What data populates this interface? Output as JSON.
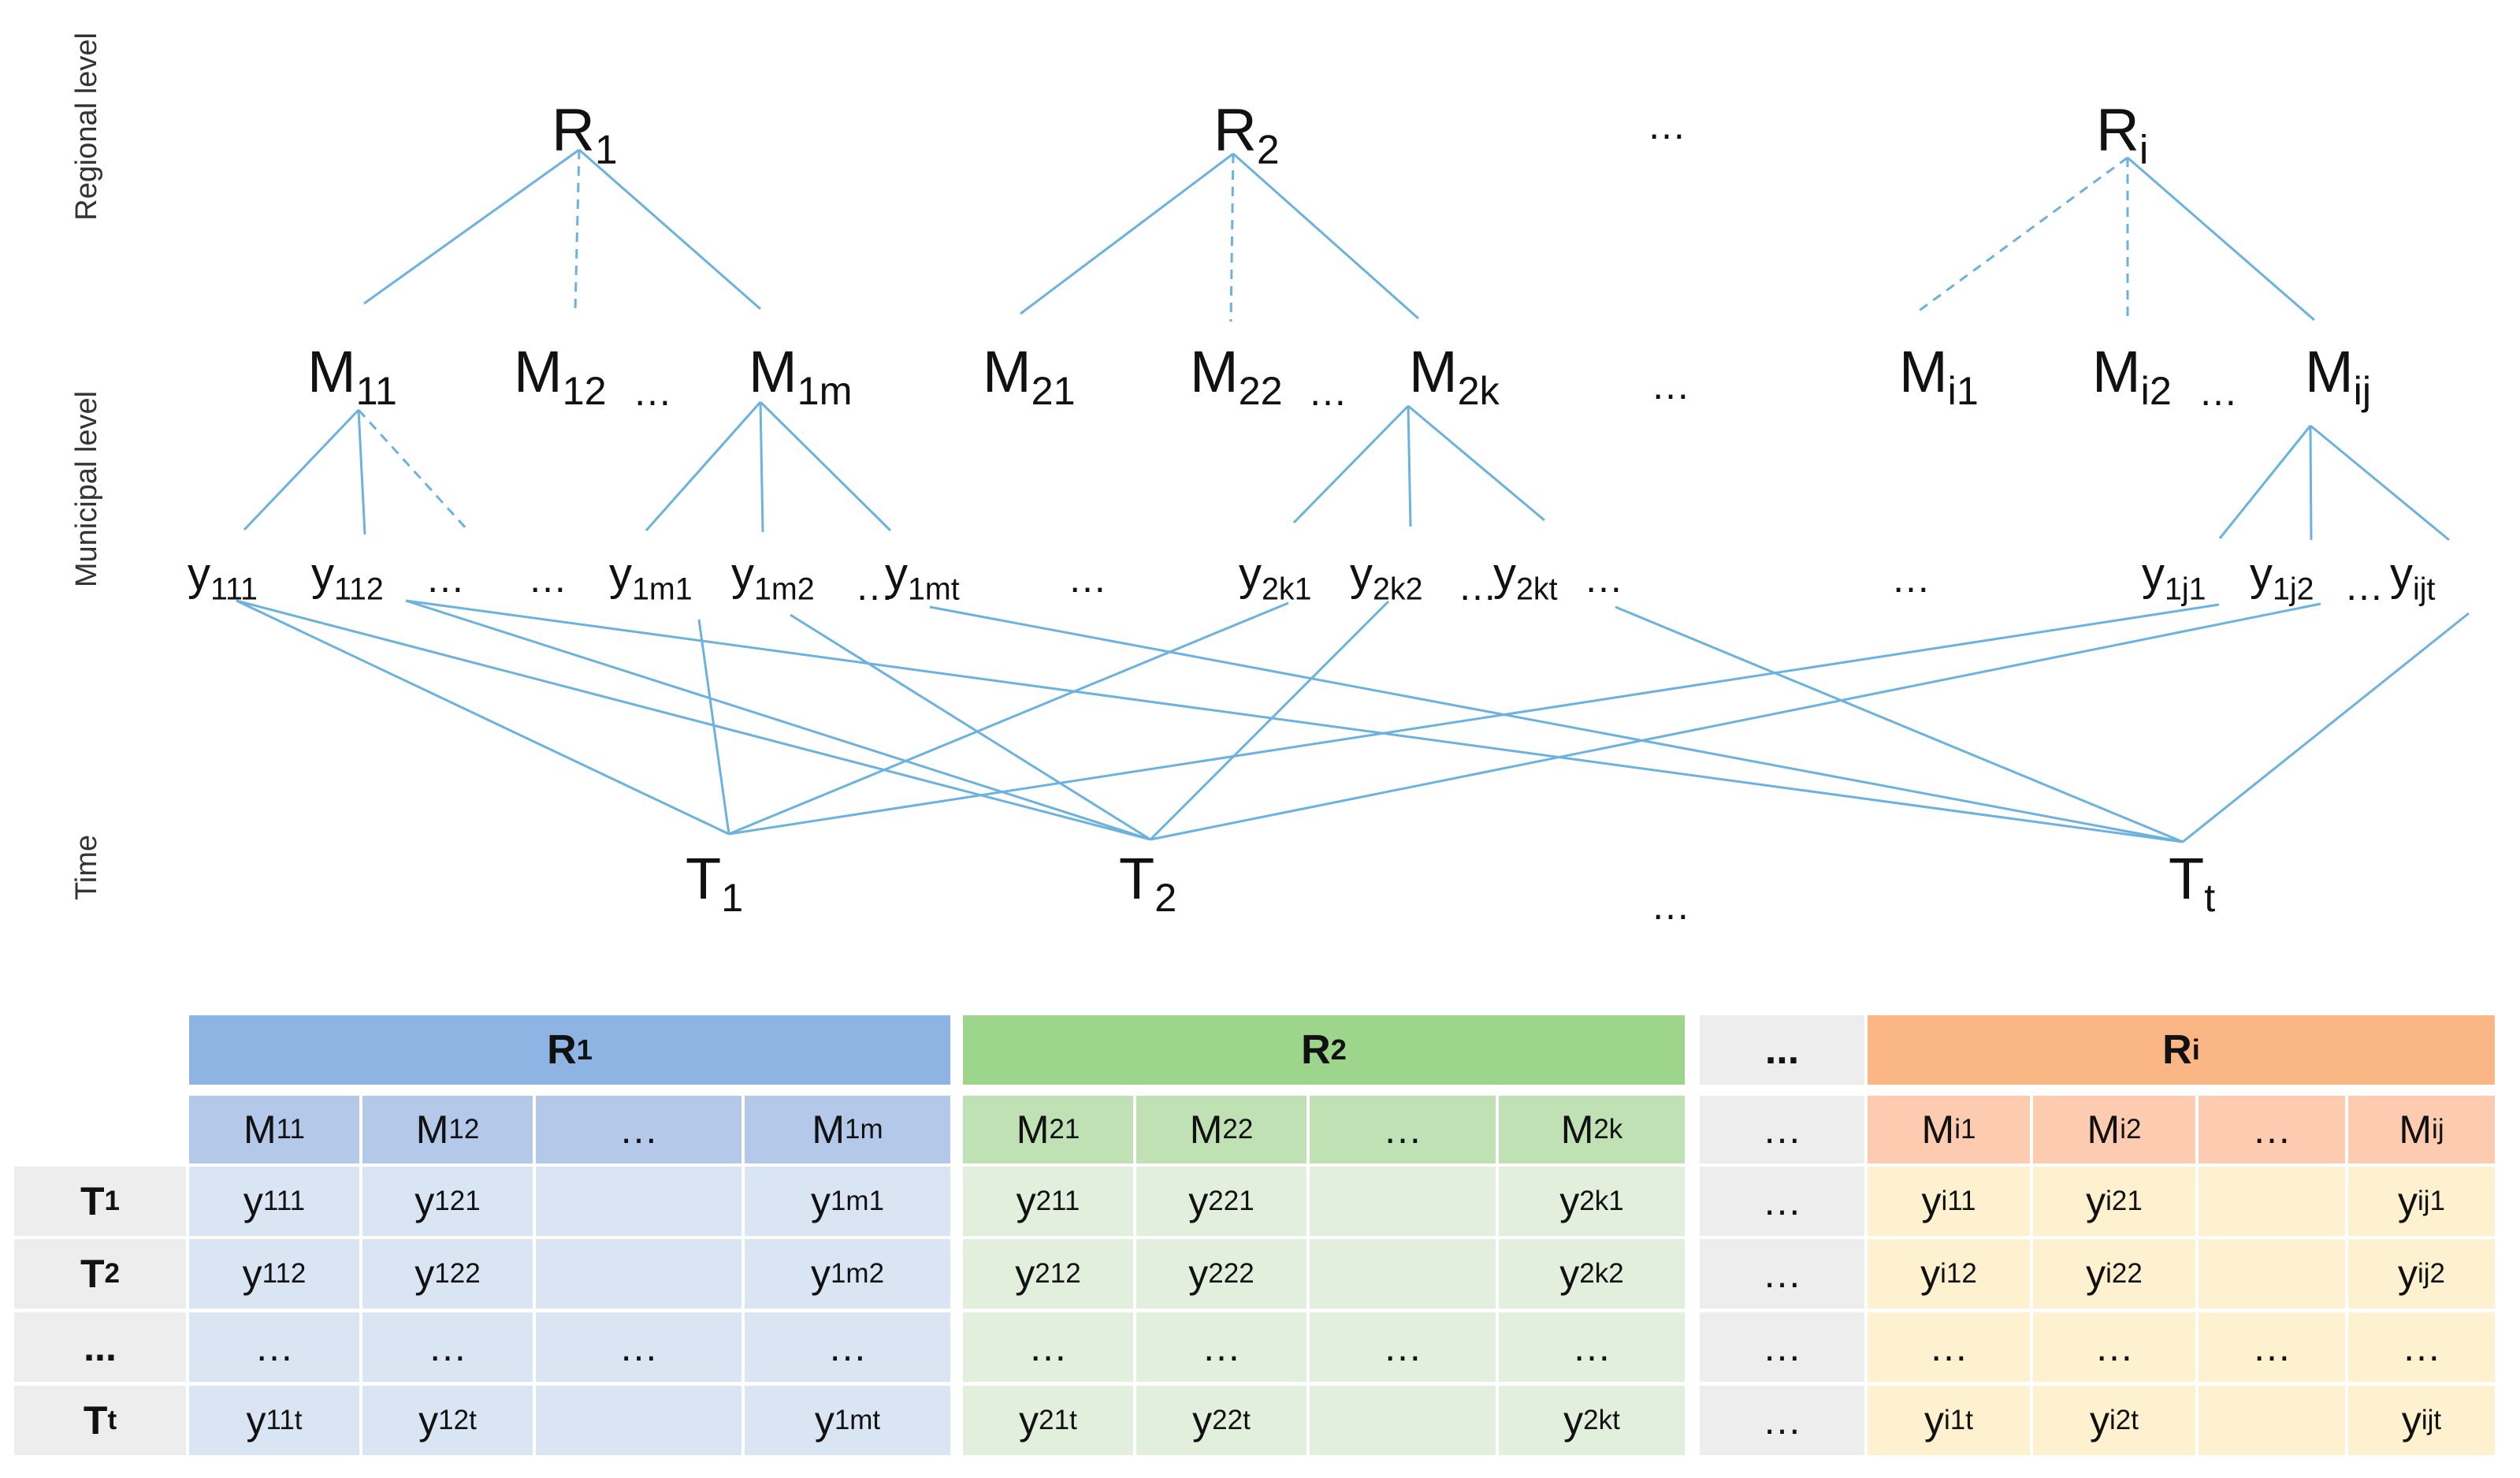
{
  "level_labels": {
    "regional": "Regional level",
    "municipal": "Municipal level",
    "time": "Time"
  },
  "regional_nodes": [
    {
      "base": "R",
      "sub": "1"
    },
    {
      "base": "R",
      "sub": "2"
    },
    {
      "base": "R",
      "sub": "i"
    }
  ],
  "municipal_nodes": [
    {
      "base": "M",
      "sub": "11"
    },
    {
      "base": "M",
      "sub": "12"
    },
    {
      "base": "M",
      "sub": "1m"
    },
    {
      "base": "M",
      "sub": "21"
    },
    {
      "base": "M",
      "sub": "22"
    },
    {
      "base": "M",
      "sub": "2k"
    },
    {
      "base": "M",
      "sub": "i1"
    },
    {
      "base": "M",
      "sub": "i2"
    },
    {
      "base": "M",
      "sub": "ij"
    }
  ],
  "observation_nodes": [
    {
      "base": "y",
      "sub": "111"
    },
    {
      "base": "y",
      "sub": "112"
    },
    {
      "base": "y",
      "sub": "1m1"
    },
    {
      "base": "y",
      "sub": "1m2"
    },
    {
      "base": "y",
      "sub": "1mt"
    },
    {
      "base": "y",
      "sub": "2k1"
    },
    {
      "base": "y",
      "sub": "2k2"
    },
    {
      "base": "y",
      "sub": "2kt"
    },
    {
      "base": "y",
      "sub": "1j1"
    },
    {
      "base": "y",
      "sub": "1j2"
    },
    {
      "base": "y",
      "sub": "ijt"
    }
  ],
  "time_nodes": [
    {
      "base": "T",
      "sub": "1"
    },
    {
      "base": "T",
      "sub": "2"
    },
    {
      "base": "T",
      "sub": "t"
    }
  ],
  "ellipsis": "…",
  "bold_ellipsis": "...",
  "table": {
    "regions": [
      {
        "base": "R",
        "sub": "1"
      },
      {
        "base": "R",
        "sub": "2"
      },
      {
        "base": "R",
        "sub": "i"
      }
    ],
    "municipalities": [
      [
        {
          "base": "M",
          "sub": "11"
        },
        {
          "base": "M",
          "sub": "12"
        },
        {
          "base": "",
          "sub": ""
        },
        {
          "base": "M",
          "sub": "1m"
        }
      ],
      [
        {
          "base": "M",
          "sub": "21"
        },
        {
          "base": "M",
          "sub": "22"
        },
        {
          "base": "",
          "sub": ""
        },
        {
          "base": "M",
          "sub": "2k"
        }
      ],
      [
        {
          "base": "M",
          "sub": "i1"
        },
        {
          "base": "M",
          "sub": "i2"
        },
        {
          "base": "",
          "sub": ""
        },
        {
          "base": "M",
          "sub": "ij"
        }
      ]
    ],
    "time_rows": [
      {
        "base": "T",
        "sub": "1"
      },
      {
        "base": "T",
        "sub": "2"
      },
      {
        "base": "",
        "sub": ""
      },
      {
        "base": "T",
        "sub": "t"
      }
    ],
    "cells": [
      [
        [
          "111",
          "121",
          "",
          "1m1"
        ],
        [
          "112",
          "122",
          "",
          "1m2"
        ],
        [
          "…",
          "…",
          "…",
          "…"
        ],
        [
          "11t",
          "12t",
          "",
          "1mt"
        ]
      ],
      [
        [
          "211",
          "221",
          "",
          "2k1"
        ],
        [
          "212",
          "222",
          "",
          "2k2"
        ],
        [
          "…",
          "…",
          "…",
          "…"
        ],
        [
          "21t",
          "22t",
          "",
          "2kt"
        ]
      ],
      [
        [
          "i11",
          "i21",
          "",
          "ij1"
        ],
        [
          "i12",
          "i22",
          "",
          "ij2"
        ],
        [
          "…",
          "…",
          "…",
          "…"
        ],
        [
          "i1t",
          "i2t",
          "",
          "ijt"
        ]
      ]
    ]
  },
  "colors": {
    "edge": "#6cb2de",
    "r1_header": "#8eb4e3",
    "r1_sub": "#b4c9ea",
    "r1_body": "#dae5f3",
    "r2_header": "#9dd58c",
    "r2_sub": "#bfe1b4",
    "r2_body": "#e1efdc",
    "ri_header": "#fbb686",
    "ri_sub": "#fdcbb0",
    "ri_body": "#fdf1cf",
    "gap": "#ededed"
  }
}
